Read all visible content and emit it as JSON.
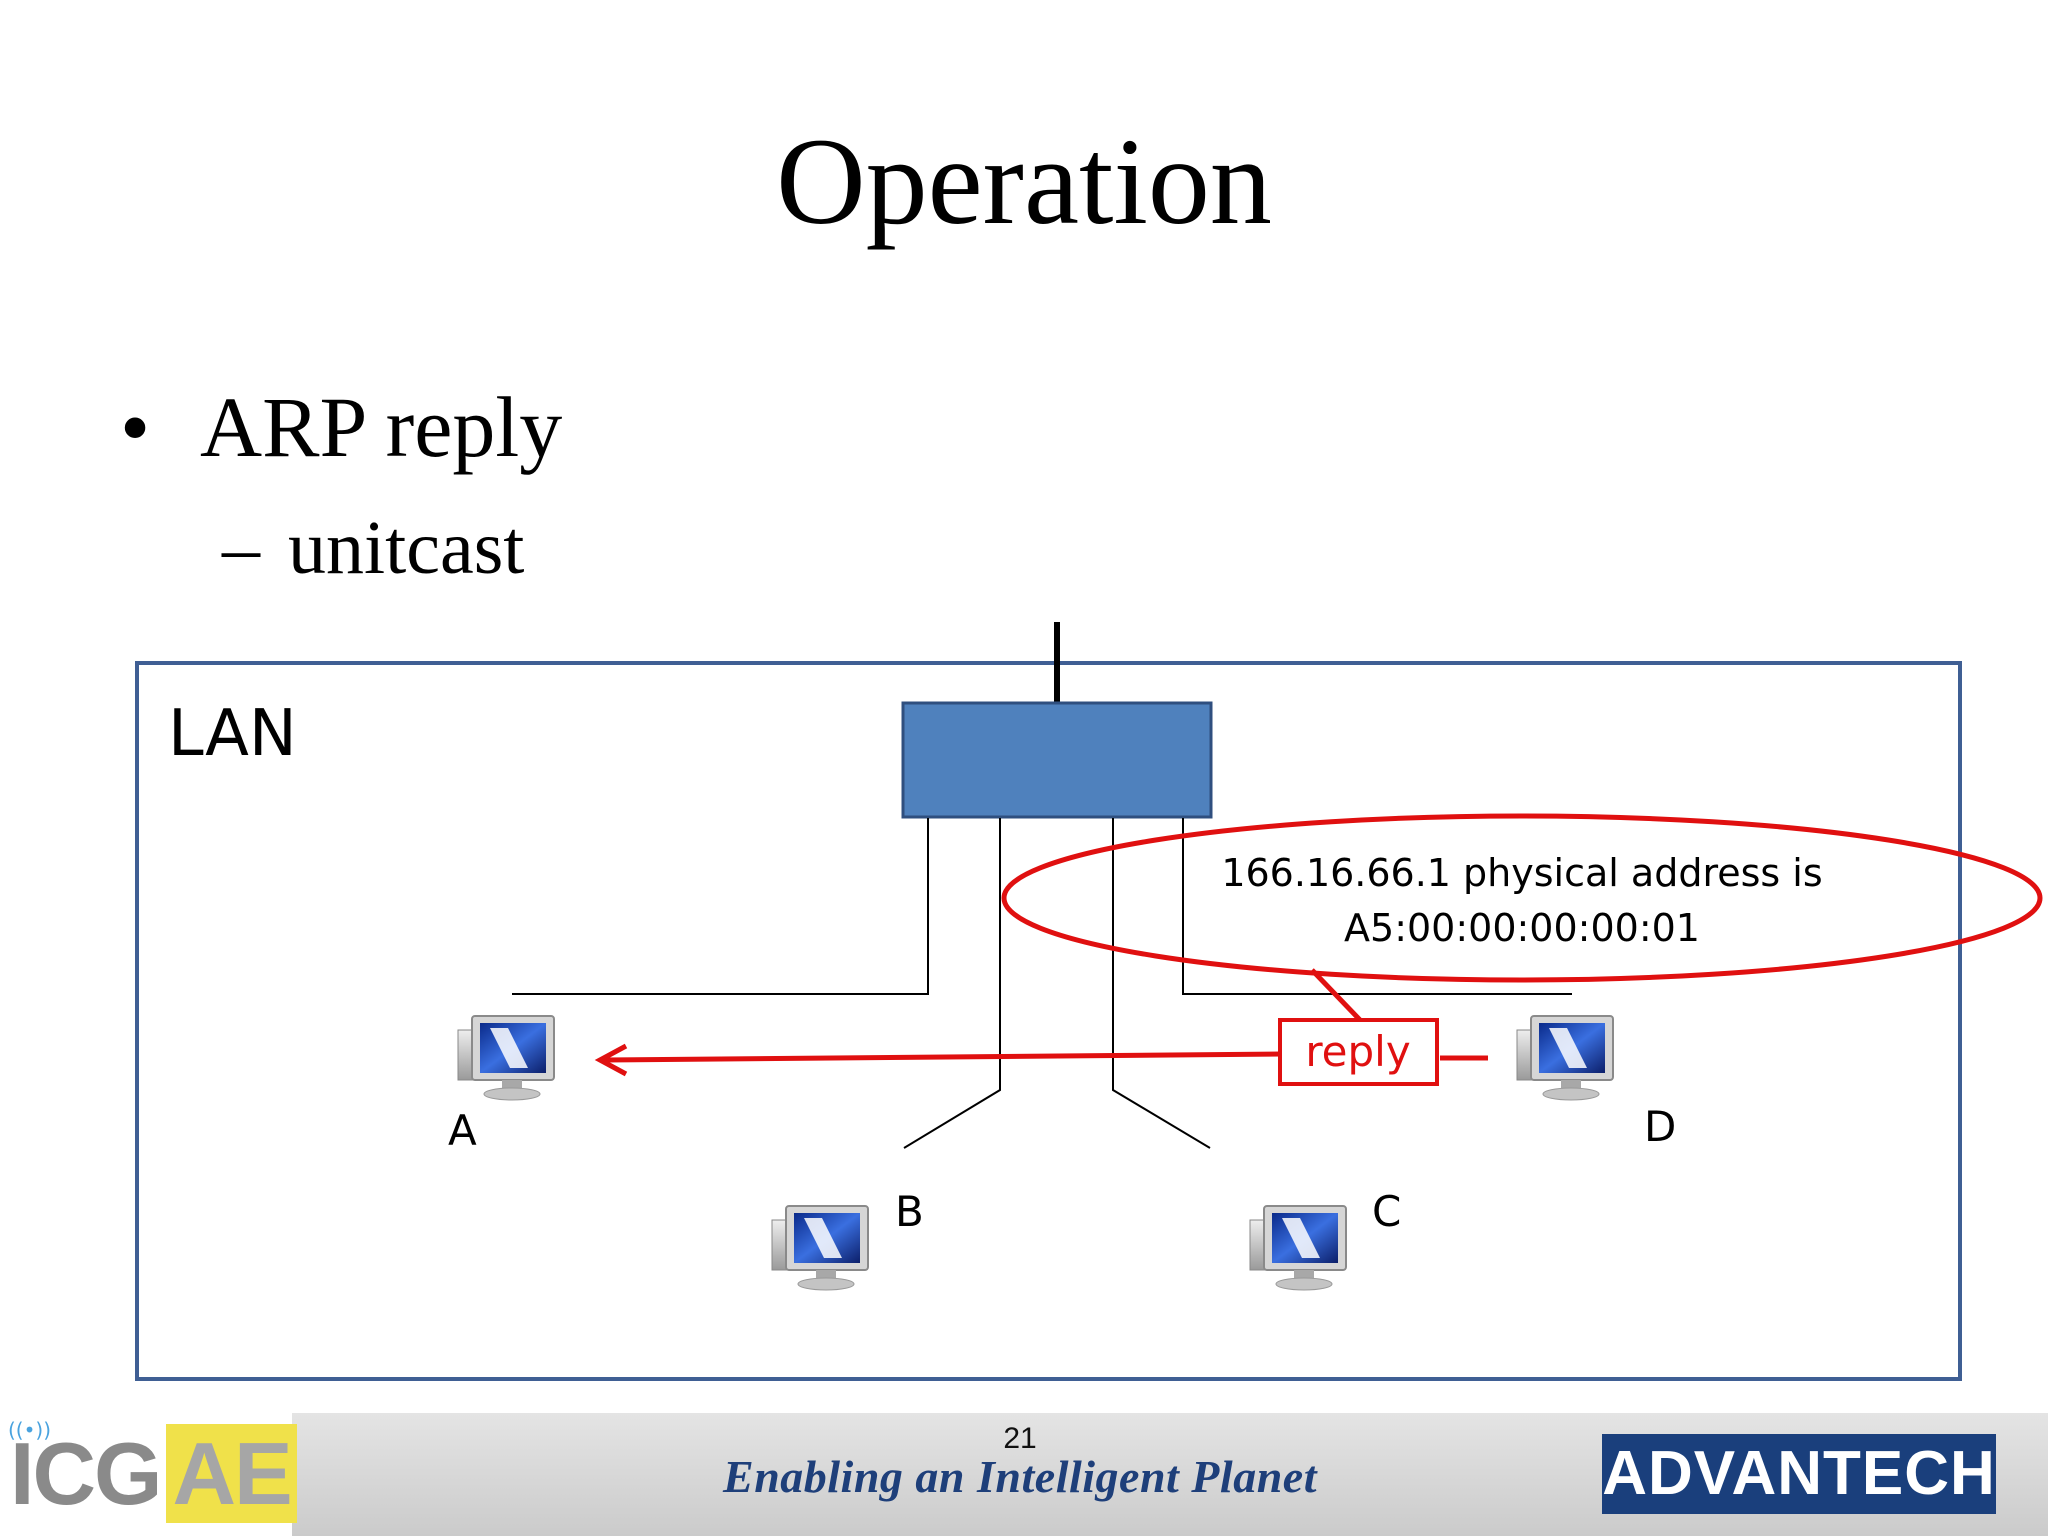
{
  "slide": {
    "title": "Operation",
    "bullet": "ARP reply",
    "sub_bullet": "unitcast",
    "bullet_symbol": "•",
    "sub_bullet_symbol": "–"
  },
  "diagram": {
    "lan_label": "LAN",
    "hosts": [
      {
        "label": "A"
      },
      {
        "label": "B"
      },
      {
        "label": "C"
      },
      {
        "label": "D"
      }
    ],
    "message_line1": "166.16.66.1 physical address is",
    "message_line2": "A5:00:00:00:00:01",
    "reply_label": "reply",
    "colors": {
      "lan_border": "#3f5f94",
      "switch_fill": "#4f81bd",
      "switch_border": "#2f4f7f",
      "highlight": "#e01010"
    }
  },
  "footer": {
    "page_number": "21",
    "tagline": "Enabling an Intelligent Planet",
    "logo_left": "ICG",
    "logo_left_accent": "AE",
    "logo_right": "ADVANTECH"
  }
}
